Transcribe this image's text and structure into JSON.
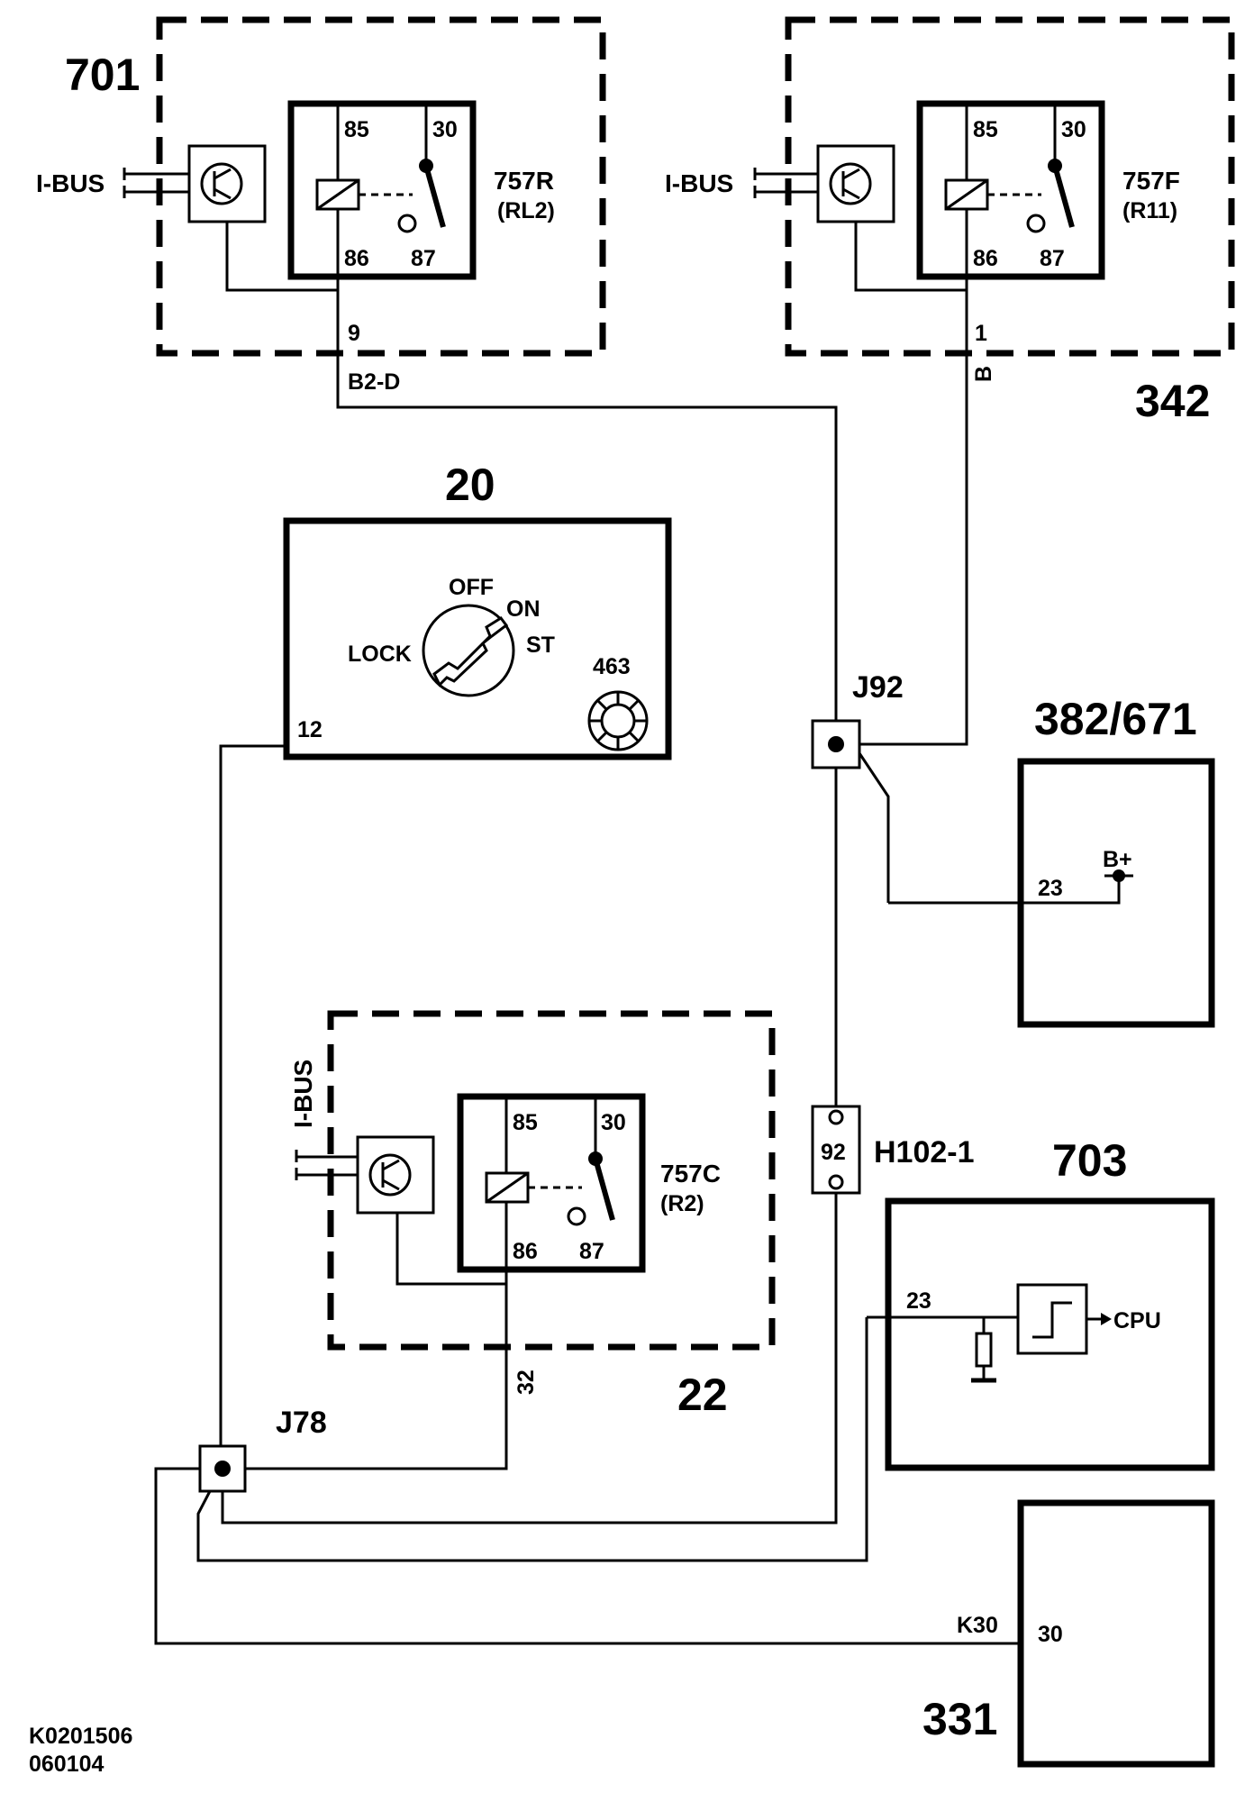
{
  "modules": {
    "m701": {
      "id": "701",
      "ibus": "I-BUS",
      "relay": {
        "p85": "85",
        "p30": "30",
        "p86": "86",
        "p87": "87",
        "name": "757R",
        "code": "(RL2)"
      },
      "pin": "9",
      "wire": "B2-D"
    },
    "m342": {
      "id": "342",
      "ibus": "I-BUS",
      "relay": {
        "p85": "85",
        "p30": "30",
        "p86": "86",
        "p87": "87",
        "name": "757F",
        "code": "(R11)"
      },
      "pin": "1",
      "wire": "B"
    },
    "m20": {
      "id": "20",
      "pos_off": "OFF",
      "pos_on": "ON",
      "pos_lock": "LOCK",
      "pos_st": "ST",
      "sub": "463",
      "pin": "12"
    },
    "m22": {
      "id": "22",
      "ibus": "I-BUS",
      "relay": {
        "p85": "85",
        "p30": "30",
        "p86": "86",
        "p87": "87",
        "name": "757C",
        "code": "(R2)"
      },
      "pin": "32"
    },
    "m382": {
      "id": "382/671",
      "pin": "23",
      "supply": "B+"
    },
    "m703": {
      "id": "703",
      "pin": "23",
      "cpu": "CPU"
    },
    "m331": {
      "id": "331",
      "wire": "K30",
      "pin": "30"
    }
  },
  "junctions": {
    "j92": "J92",
    "j78": "J78"
  },
  "connector": {
    "id": "H102-1",
    "pin": "92"
  },
  "footer": {
    "code": "K0201506",
    "date": "060104"
  }
}
